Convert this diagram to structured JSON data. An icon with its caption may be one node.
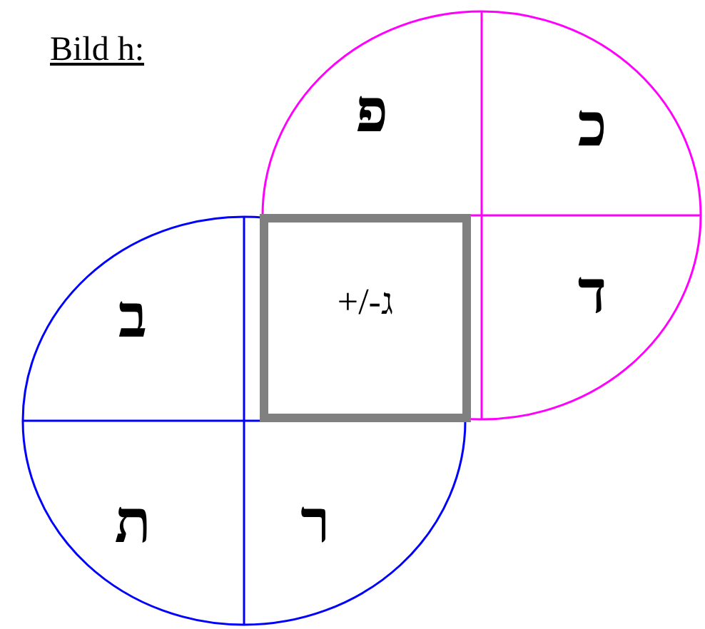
{
  "diagram": {
    "title": "Bild h:",
    "nodes": [
      {
        "text": [],
        "shape": "circle"
      },
      {
        "text": [],
        "shape": "circle"
      },
      {
        "text": [
          "פ"
        ],
        "in": 0
      },
      {
        "text": [
          "כ"
        ],
        "in": 0
      },
      {
        "text": [
          "+/-ג"
        ]
      },
      {
        "text": [
          "ד"
        ],
        "in": 0
      },
      {
        "text": [
          "ב"
        ],
        "in": 1
      },
      {
        "text": [
          "ת"
        ],
        "in": 1
      },
      {
        "text": [
          "ר"
        ],
        "in": 1
      }
    ],
    "edges": []
  }
}
